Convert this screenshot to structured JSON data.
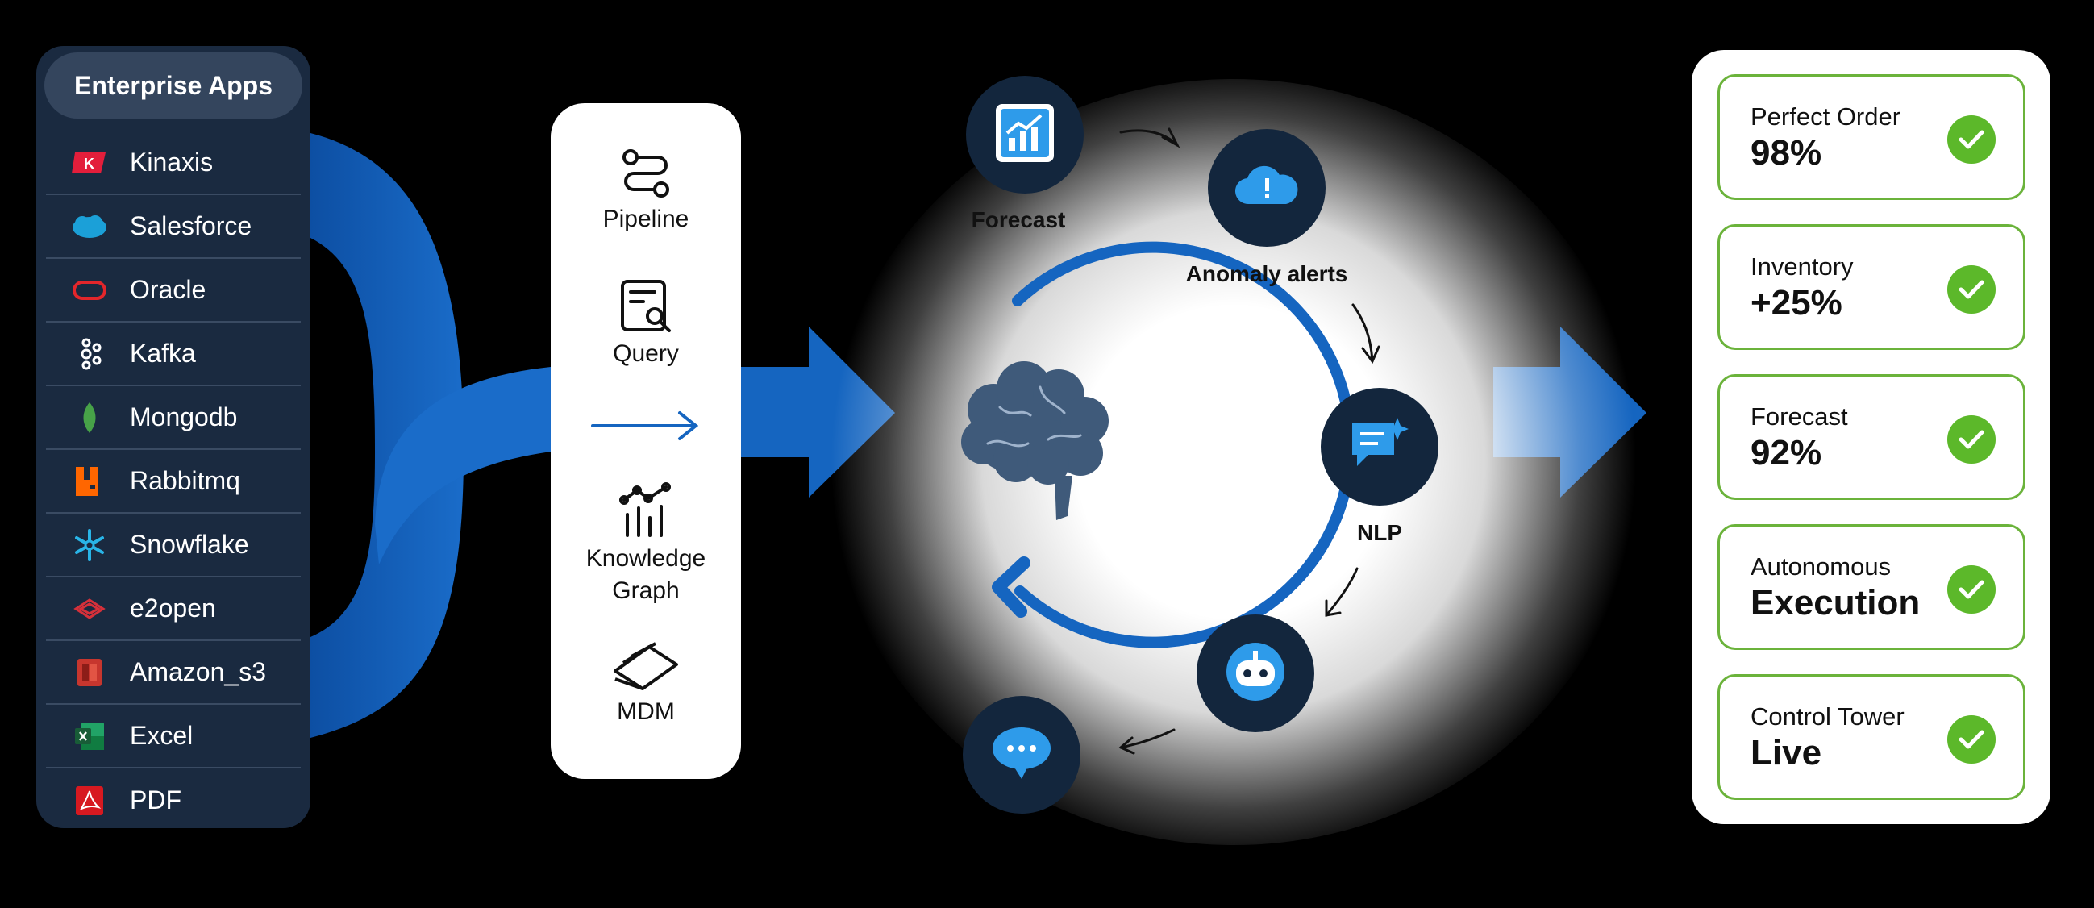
{
  "apps": {
    "header": "Enterprise Apps",
    "items": [
      {
        "label": "Kinaxis",
        "icon": "kinaxis-icon"
      },
      {
        "label": "Salesforce",
        "icon": "salesforce-icon"
      },
      {
        "label": "Oracle",
        "icon": "oracle-icon"
      },
      {
        "label": "Kafka",
        "icon": "kafka-icon"
      },
      {
        "label": "Mongodb",
        "icon": "mongodb-icon"
      },
      {
        "label": "Rabbitmq",
        "icon": "rabbitmq-icon"
      },
      {
        "label": "Snowflake",
        "icon": "snowflake-icon"
      },
      {
        "label": "e2open",
        "icon": "e2open-icon"
      },
      {
        "label": "Amazon_s3",
        "icon": "amazon-s3-icon"
      },
      {
        "label": "Excel",
        "icon": "excel-icon"
      },
      {
        "label": "PDF",
        "icon": "pdf-icon"
      }
    ]
  },
  "process": {
    "pipeline": "Pipeline",
    "query": "Query",
    "knowledge_graph_line1": "Knowledge",
    "knowledge_graph_line2": "Graph",
    "mdm": "MDM"
  },
  "loop": {
    "forecast": "Forecast",
    "anomaly_alerts": "Anomaly alerts",
    "nlp": "NLP"
  },
  "metrics": [
    {
      "title": "Perfect Order",
      "value": "98%"
    },
    {
      "title": "Inventory",
      "value": "+25%"
    },
    {
      "title": "Forecast",
      "value": "92%"
    },
    {
      "title": "Autonomous",
      "value": "Execution"
    },
    {
      "title": "Control Tower",
      "value": "Live"
    }
  ],
  "colors": {
    "accent_blue": "#1565c0",
    "panel_navy": "#1a2a40",
    "node_navy": "#13263d",
    "check_green": "#5cb82a",
    "metric_border": "#6bb33b"
  }
}
